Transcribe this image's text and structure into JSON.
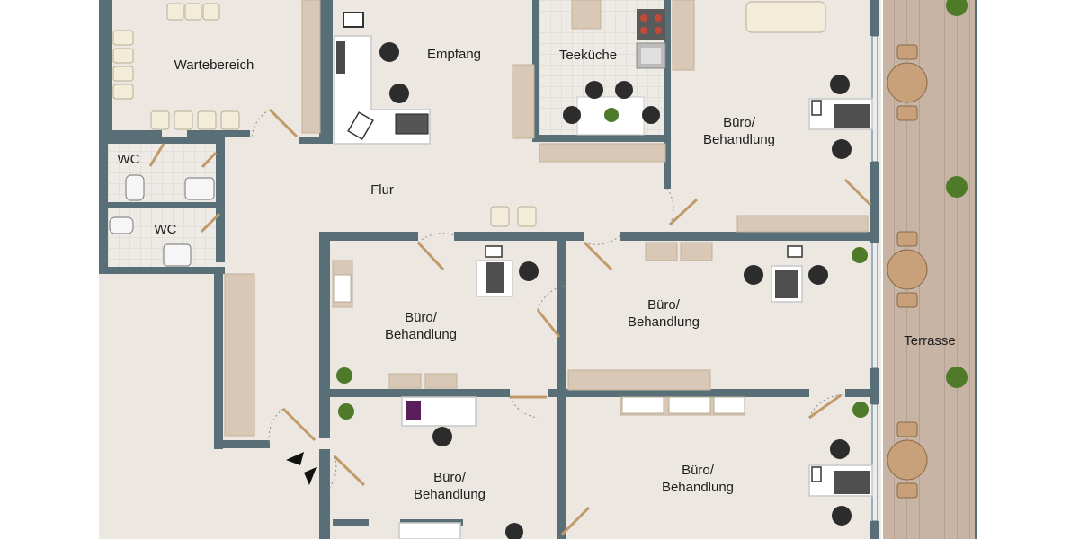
{
  "rooms": {
    "wartebereich": "Wartebereich",
    "empfang": "Empfang",
    "teekueche": "Teeküche",
    "wc_top": "WC",
    "wc_bottom": "WC",
    "flur": "Flur",
    "office_ne_l1": "Büro/",
    "office_ne_l2": "Behandlung",
    "office_mid_left_l1": "Büro/",
    "office_mid_left_l2": "Behandlung",
    "office_mid_right_l1": "Büro/",
    "office_mid_right_l2": "Behandlung",
    "office_low_left_l1": "Büro/",
    "office_low_left_l2": "Behandlung",
    "office_low_right_l1": "Büro/",
    "office_low_right_l2": "Behandlung",
    "terrasse": "Terrasse"
  },
  "colors": {
    "wall": "#586f78",
    "floor": "#ece8e1",
    "terrace": "#c9b6a8",
    "furniture": "#d8c8b5",
    "door": "#c29a6a",
    "plant": "#4f7a2a"
  },
  "icons": {
    "entrance": "entrance-arrow-icon",
    "plant": "plant-icon",
    "chair": "chair-icon",
    "monitor": "monitor-icon",
    "wc": "toilet-icon",
    "sink": "sink-icon"
  }
}
